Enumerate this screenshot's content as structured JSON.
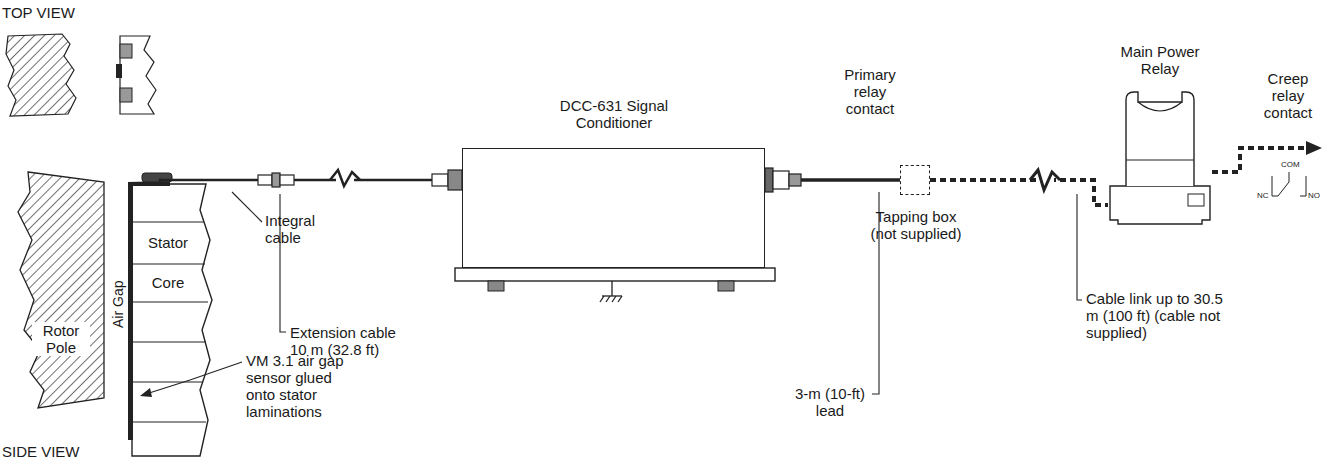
{
  "diagram": {
    "nodes": [
      {
        "text": [
          "Rotor Pole"
        ]
      },
      {
        "text": [
          "Stator",
          "Core"
        ]
      },
      {
        "text": [
          "DCC-631 Signal Conditioner"
        ]
      },
      {
        "text": [
          "Tapping box (not supplied)"
        ]
      },
      {
        "text": [
          "Main Power Relay"
        ]
      }
    ],
    "edges": [
      {
        "from": 1,
        "to": 2,
        "arrow": "none"
      },
      {
        "from": 2,
        "to": 3,
        "arrow": "none"
      },
      {
        "from": 3,
        "to": 4,
        "arrow": "none"
      }
    ],
    "labels": [
      "TOP VIEW",
      "SIDE VIEW",
      "Air Gap",
      "Integral cable",
      "Extension cable 10 m (32.8 ft)",
      "VM 3.1 air gap sensor glued onto stator laminations",
      "Primary relay contact",
      "3-m (10-ft) lead",
      "Cable link up to 30.5 m (100 ft) (cable not supplied)",
      "Creep relay contact",
      "NC",
      "COM",
      "NO"
    ]
  }
}
